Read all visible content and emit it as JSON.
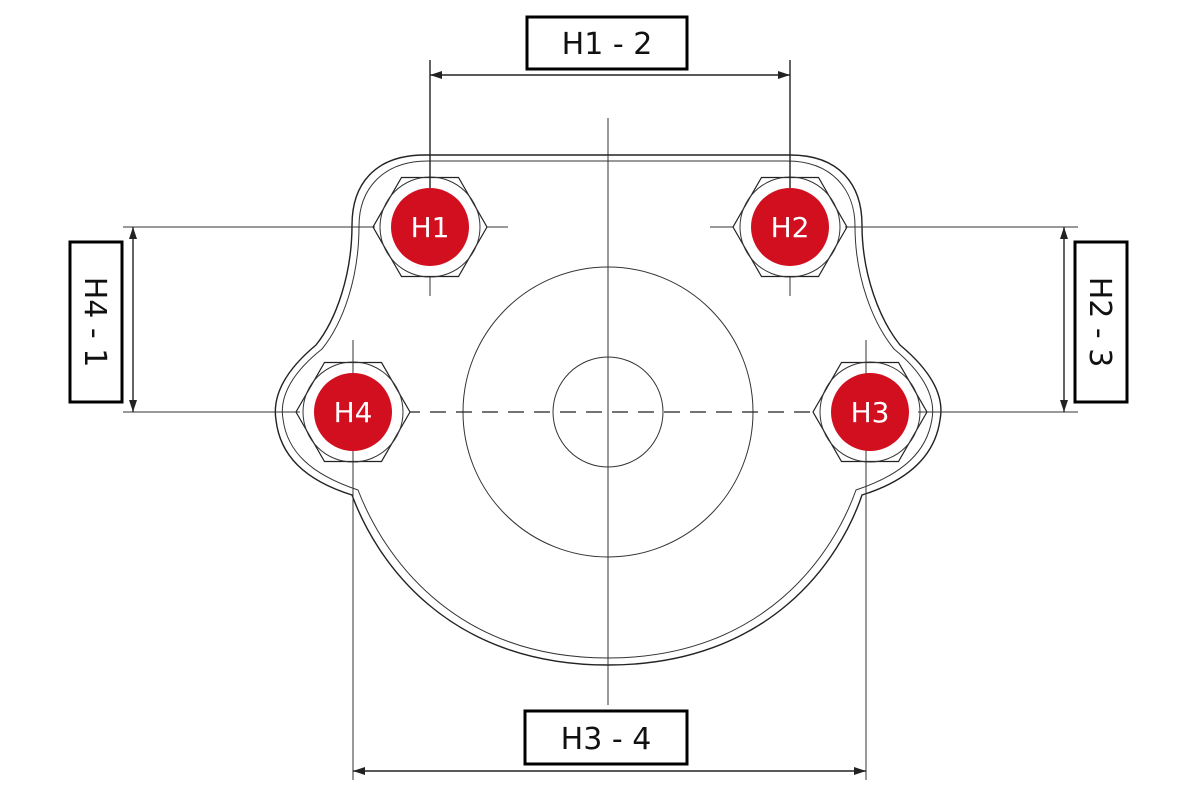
{
  "colors": {
    "hole_marker": "#d10f1f",
    "line": "#222222",
    "background": "#ffffff"
  },
  "holes": [
    {
      "id": "h1",
      "label": "H1"
    },
    {
      "id": "h2",
      "label": "H2"
    },
    {
      "id": "h3",
      "label": "H3"
    },
    {
      "id": "h4",
      "label": "H4"
    }
  ],
  "dimensions": {
    "h1_2": "H1 - 2",
    "h2_3": "H2 - 3",
    "h3_4": "H3 - 4",
    "h4_1": "H4 - 1"
  }
}
